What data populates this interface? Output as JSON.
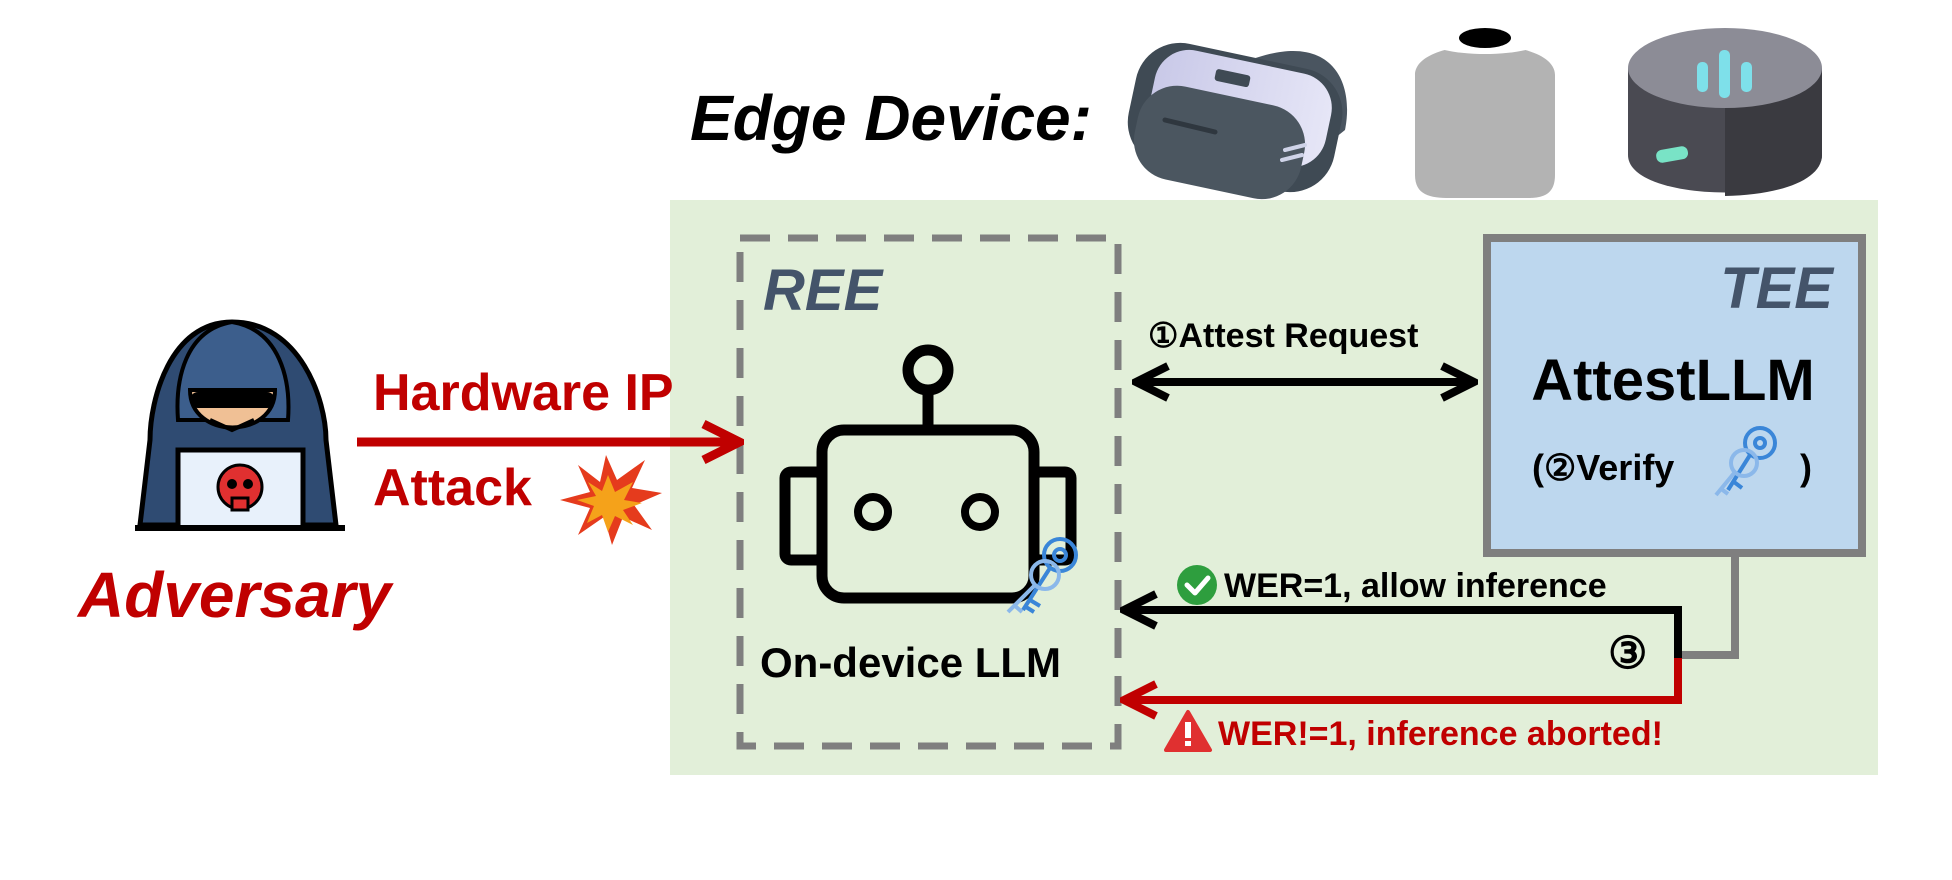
{
  "edge_device": {
    "label": "Edge Device:",
    "devices": [
      "vr-headset-icon",
      "smart-speaker-icon",
      "voice-assistant-icon"
    ]
  },
  "ree": {
    "label": "REE",
    "model_label": "On-device LLM"
  },
  "tee": {
    "label": "TEE",
    "title": "AttestLLM",
    "verify_label": "(②Verify",
    "verify_close": ")"
  },
  "adversary": {
    "label": "Adversary",
    "attack_line1": "Hardware IP",
    "attack_line2": "Attack"
  },
  "flows": {
    "step1": "①Attest Request",
    "step3": "③",
    "success": "WER=1, allow inference",
    "failure": "WER!=1, inference aborted!"
  },
  "colors": {
    "accent_red": "#c00000",
    "panel_green": "#e2efd9",
    "tee_blue": "#bdd7ee",
    "ree_label": "#44546a",
    "line_gray": "#7f7f7f",
    "success_green": "#2e9e3e",
    "warning_red": "#e03030"
  }
}
